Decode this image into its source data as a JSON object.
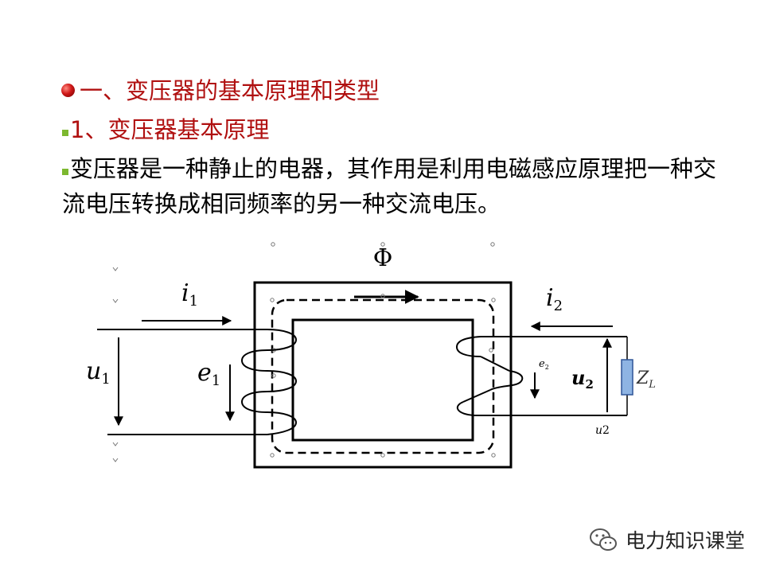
{
  "heading1": "一、变压器的基本原理和类型",
  "heading2": "1、变压器基本原理",
  "paragraph": "变压器是一种静止的电器，其作用是利用电磁感应原理把一种交流电压转换成相同频率的另一种交流电压。",
  "diagram": {
    "flux_symbol": "Φ",
    "i1": {
      "var": "i",
      "sub": "1"
    },
    "i2": {
      "var": "i",
      "sub": "2"
    },
    "u1": {
      "var": "u",
      "sub": "1"
    },
    "e1": {
      "var": "e",
      "sub": "1"
    },
    "e2": {
      "var": "e",
      "sub": "2"
    },
    "u2": {
      "var": "u",
      "sub": "2"
    },
    "zl": {
      "var": "Z",
      "sub": "L"
    },
    "u2_bottom": {
      "var": "u",
      "sub": "2"
    }
  },
  "watermark": {
    "text": "电力知识课堂",
    "icon": "wechat-icon"
  },
  "colors": {
    "heading": "#b01010",
    "bullet_green": "#7cb82f",
    "load_fill": "#8eb4e3",
    "load_stroke": "#2f5597"
  }
}
